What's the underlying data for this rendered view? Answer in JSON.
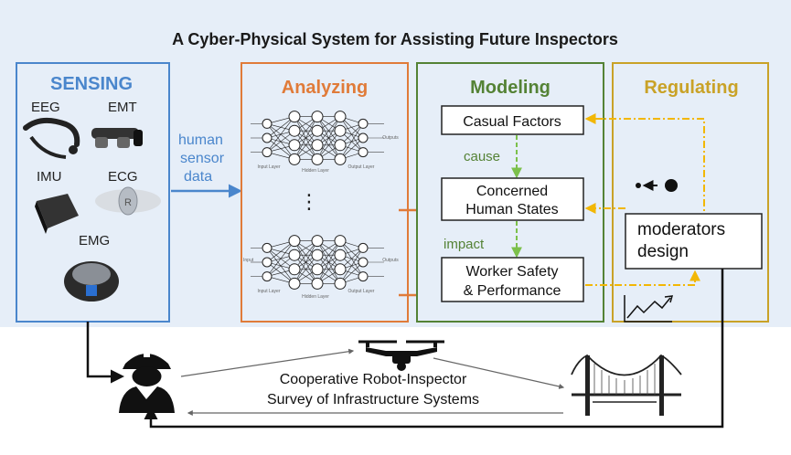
{
  "title": "A Cyber-Physical System for Assisting Future Inspectors",
  "sensing": {
    "heading": "SENSING",
    "sensors": [
      "EEG",
      "EMT",
      "IMU",
      "ECG",
      "EMG"
    ]
  },
  "flow_label": [
    "human",
    "sensor",
    "data"
  ],
  "analyzing": {
    "heading": "Analyzing",
    "ellipsis": "⋮",
    "net_labels": {
      "input": "Input Layer",
      "hidden": "Hidden Layer",
      "output": "Output Layer",
      "outputs": "Outputs",
      "input_side": "Input"
    }
  },
  "modeling": {
    "heading": "Modeling",
    "box1": "Casual Factors",
    "cause": "cause",
    "box2": [
      "Concerned",
      "Human States"
    ],
    "impact": "impact",
    "box3": [
      "Worker Safety",
      "& Performance"
    ]
  },
  "regulating": {
    "heading": "Regulating",
    "box": [
      "moderators",
      "design"
    ]
  },
  "bottom_text": [
    "Cooperative Robot-Inspector",
    "Survey of Infrastructure Systems"
  ],
  "colors": {
    "panel_bg": "#e6eef8",
    "sensing": "#4a86cc",
    "analyzing": "#e07b39",
    "modeling": "#548235",
    "regulating": "#c9a227",
    "green_arrow": "#7cc04b",
    "gold_arrow": "#f2b705",
    "blue_arrow": "#4a86cc",
    "orange_arrow": "#e07b39"
  },
  "icons": [
    "eeg-headset-icon",
    "emt-glasses-icon",
    "imu-device-icon",
    "ecg-sensor-icon",
    "emg-armband-icon",
    "inspector-icon",
    "drone-icon",
    "bridge-icon",
    "scale-icon",
    "trend-chart-icon"
  ]
}
